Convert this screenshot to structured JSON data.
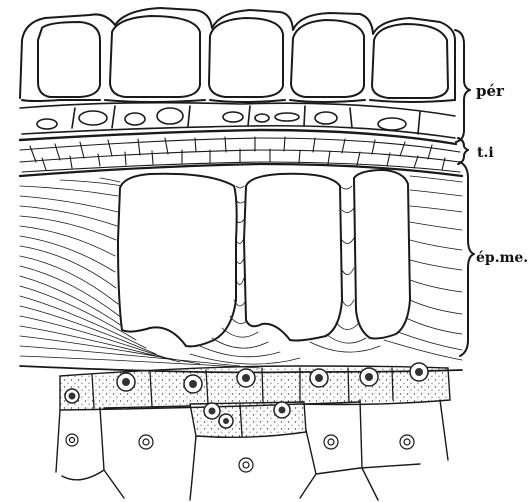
{
  "labels": {
    "per": "pér",
    "ti": "t.i",
    "epme": "ép.me."
  }
}
